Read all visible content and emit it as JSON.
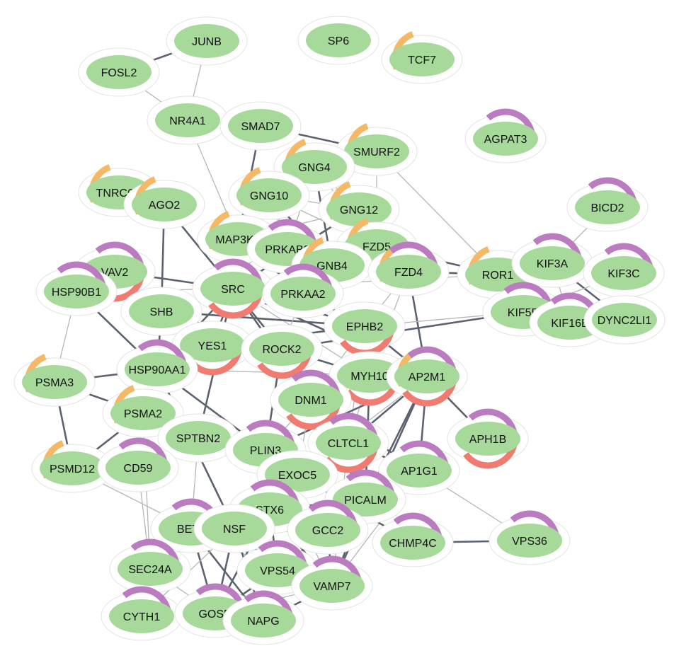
{
  "colors": {
    "node_fill": "#a6d99a",
    "node_halo": "#ffffff",
    "halo_stroke": "#e3e3e3",
    "edge_dark": "#5d6270",
    "edge_light": "#b6b6b6",
    "ring_orange": "#f5b866",
    "ring_purple": "#bb7bc1",
    "ring_red": "#f07b70",
    "label": "#111111"
  },
  "nodes": [
    {
      "id": "JUNB",
      "label": "JUNB"
    },
    {
      "id": "SP6",
      "label": "SP6"
    },
    {
      "id": "TCF7",
      "label": "TCF7",
      "rings": [
        "orange"
      ]
    },
    {
      "id": "FOSL2",
      "label": "FOSL2"
    },
    {
      "id": "NR4A1",
      "label": "NR4A1"
    },
    {
      "id": "SMAD7",
      "label": "SMAD7"
    },
    {
      "id": "AGPAT3",
      "label": "AGPAT3",
      "rings": [
        "purple"
      ]
    },
    {
      "id": "SMURF2",
      "label": "SMURF2",
      "rings": [
        "orange"
      ]
    },
    {
      "id": "GNG4",
      "label": "GNG4",
      "rings": [
        "orange"
      ]
    },
    {
      "id": "TNRC6C",
      "label": "TNRC6C",
      "rings": [
        "orange"
      ]
    },
    {
      "id": "AGO2",
      "label": "AGO2",
      "rings": [
        "orange"
      ]
    },
    {
      "id": "GNG10",
      "label": "GNG10",
      "rings": [
        "orange"
      ]
    },
    {
      "id": "GNG12",
      "label": "GNG12",
      "rings": [
        "orange"
      ]
    },
    {
      "id": "BICD2",
      "label": "BICD2",
      "rings": [
        "purple"
      ]
    },
    {
      "id": "MAP3K7",
      "label": "MAP3K7",
      "rings": [
        "orange"
      ]
    },
    {
      "id": "PRKAB2",
      "label": "PRKAB2",
      "rings": [
        "purple"
      ]
    },
    {
      "id": "FZD5",
      "label": "FZD5",
      "rings": [
        "orange"
      ]
    },
    {
      "id": "GNB4",
      "label": "GNB4",
      "rings": [
        "orange"
      ]
    },
    {
      "id": "FZD4",
      "label": "FZD4",
      "rings": [
        "orange",
        "purple"
      ]
    },
    {
      "id": "ROR1",
      "label": "ROR1",
      "rings": [
        "orange"
      ]
    },
    {
      "id": "KIF3A",
      "label": "KIF3A",
      "rings": [
        "purple"
      ]
    },
    {
      "id": "KIF3C",
      "label": "KIF3C",
      "rings": [
        "purple"
      ]
    },
    {
      "id": "VAV2",
      "label": "VAV2",
      "rings": [
        "purple",
        "red"
      ]
    },
    {
      "id": "HSP90B1",
      "label": "HSP90B1",
      "rings": [
        "purple"
      ]
    },
    {
      "id": "SRC",
      "label": "SRC",
      "rings": [
        "purple",
        "red"
      ]
    },
    {
      "id": "PRKAA2",
      "label": "PRKAA2",
      "rings": [
        "purple"
      ]
    },
    {
      "id": "SHB",
      "label": "SHB"
    },
    {
      "id": "KIF5B",
      "label": "KIF5B",
      "rings": [
        "purple"
      ]
    },
    {
      "id": "KIF16B",
      "label": "KIF16B",
      "rings": [
        "purple"
      ]
    },
    {
      "id": "DYNC2LI1",
      "label": "DYNC2LI1"
    },
    {
      "id": "EPHB2",
      "label": "EPHB2",
      "rings": [
        "red"
      ]
    },
    {
      "id": "YES1",
      "label": "YES1",
      "rings": [
        "red"
      ]
    },
    {
      "id": "ROCK2",
      "label": "ROCK2",
      "rings": [
        "red"
      ]
    },
    {
      "id": "HSP90AA1",
      "label": "HSP90AA1",
      "rings": [
        "purple"
      ]
    },
    {
      "id": "MYH10",
      "label": "MYH10",
      "rings": [
        "red"
      ]
    },
    {
      "id": "AP2M1",
      "label": "AP2M1",
      "rings": [
        "orange",
        "purple",
        "red"
      ]
    },
    {
      "id": "PSMA3",
      "label": "PSMA3",
      "rings": [
        "orange"
      ]
    },
    {
      "id": "DNM1",
      "label": "DNM1",
      "rings": [
        "purple",
        "red"
      ]
    },
    {
      "id": "PSMA2",
      "label": "PSMA2",
      "rings": [
        "orange"
      ]
    },
    {
      "id": "SPTBN2",
      "label": "SPTBN2"
    },
    {
      "id": "APH1B",
      "label": "APH1B",
      "rings": [
        "purple",
        "red"
      ]
    },
    {
      "id": "PLIN3",
      "label": "PLIN3",
      "rings": [
        "purple"
      ]
    },
    {
      "id": "CLTCL1",
      "label": "CLTCL1",
      "rings": [
        "purple",
        "red"
      ]
    },
    {
      "id": "PSMD12",
      "label": "PSMD12",
      "rings": [
        "orange"
      ]
    },
    {
      "id": "CD59",
      "label": "CD59",
      "rings": [
        "purple"
      ]
    },
    {
      "id": "AP1G1",
      "label": "AP1G1",
      "rings": [
        "purple"
      ]
    },
    {
      "id": "EXOC5",
      "label": "EXOC5"
    },
    {
      "id": "PICALM",
      "label": "PICALM",
      "rings": [
        "purple"
      ]
    },
    {
      "id": "STX6",
      "label": "STX6",
      "rings": [
        "purple"
      ]
    },
    {
      "id": "BET1",
      "label": "BET1",
      "rings": [
        "purple"
      ]
    },
    {
      "id": "NSF",
      "label": "NSF"
    },
    {
      "id": "GCC2",
      "label": "GCC2",
      "rings": [
        "purple"
      ]
    },
    {
      "id": "CHMP4C",
      "label": "CHMP4C",
      "rings": [
        "purple"
      ]
    },
    {
      "id": "VPS36",
      "label": "VPS36",
      "rings": [
        "purple"
      ]
    },
    {
      "id": "SEC24A",
      "label": "SEC24A",
      "rings": [
        "purple"
      ]
    },
    {
      "id": "VPS54",
      "label": "VPS54",
      "rings": [
        "purple"
      ]
    },
    {
      "id": "VAMP7",
      "label": "VAMP7",
      "rings": [
        "purple"
      ]
    },
    {
      "id": "CYTH1",
      "label": "CYTH1",
      "rings": [
        "purple"
      ]
    },
    {
      "id": "GOSR",
      "label": "GOSR",
      "rings": [
        "purple"
      ]
    },
    {
      "id": "NAPG",
      "label": "NAPG",
      "rings": [
        "purple"
      ]
    }
  ],
  "edges": [
    [
      "JUNB",
      "FOSL2",
      "dark"
    ],
    [
      "JUNB",
      "NR4A1",
      "light"
    ],
    [
      "FOSL2",
      "NR4A1",
      "light"
    ],
    [
      "NR4A1",
      "SMAD7",
      "light"
    ],
    [
      "NR4A1",
      "MAP3K7",
      "light"
    ],
    [
      "SMAD7",
      "SMURF2",
      "dark"
    ],
    [
      "SMAD7",
      "MAP3K7",
      "dark"
    ],
    [
      "SMURF2",
      "FZD5",
      "light"
    ],
    [
      "SMURF2",
      "ROR1",
      "light"
    ],
    [
      "GNG4",
      "GNB4",
      "dark"
    ],
    [
      "GNG4",
      "GNG12",
      "light"
    ],
    [
      "GNG4",
      "GNG10",
      "light"
    ],
    [
      "GNG4",
      "FZD5",
      "light"
    ],
    [
      "GNG4",
      "PRKAB2",
      "light"
    ],
    [
      "GNG4",
      "SRC",
      "light"
    ],
    [
      "GNG10",
      "GNB4",
      "dark"
    ],
    [
      "GNG10",
      "GNG12",
      "light"
    ],
    [
      "GNG10",
      "MAP3K7",
      "dark"
    ],
    [
      "GNG10",
      "SRC",
      "light"
    ],
    [
      "GNG10",
      "PRKAA2",
      "light"
    ],
    [
      "GNG10",
      "FZD5",
      "light"
    ],
    [
      "GNG12",
      "GNB4",
      "dark"
    ],
    [
      "GNG12",
      "SRC",
      "dark"
    ],
    [
      "GNG12",
      "FZD5",
      "light"
    ],
    [
      "GNG12",
      "MAP3K7",
      "light"
    ],
    [
      "TNRC6C",
      "AGO2",
      "dark"
    ],
    [
      "AGO2",
      "SRC",
      "dark"
    ],
    [
      "AGO2",
      "SHB",
      "dark"
    ],
    [
      "MAP3K7",
      "PRKAB2",
      "dark"
    ],
    [
      "MAP3K7",
      "PRKAA2",
      "dark"
    ],
    [
      "MAP3K7",
      "SRC",
      "dark"
    ],
    [
      "PRKAB2",
      "PRKAA2",
      "dark"
    ],
    [
      "PRKAB2",
      "GNB4",
      "light"
    ],
    [
      "FZD5",
      "FZD4",
      "dark"
    ],
    [
      "FZD5",
      "ROR1",
      "dark"
    ],
    [
      "FZD4",
      "ROR1",
      "dark"
    ],
    [
      "FZD4",
      "AP2M1",
      "dark"
    ],
    [
      "FZD4",
      "EPHB2",
      "light"
    ],
    [
      "FZD4",
      "MYH10",
      "light"
    ],
    [
      "ROR1",
      "KIF5B",
      "light"
    ],
    [
      "ROR1",
      "SRC",
      "light"
    ],
    [
      "GNB4",
      "SRC",
      "dark"
    ],
    [
      "GNB4",
      "FZD4",
      "light"
    ],
    [
      "KIF3A",
      "KIF3C",
      "dark"
    ],
    [
      "KIF3A",
      "BICD2",
      "light"
    ],
    [
      "KIF3A",
      "KIF5B",
      "light"
    ],
    [
      "KIF3A",
      "KIF16B",
      "light"
    ],
    [
      "KIF3A",
      "DYNC2LI1",
      "dark"
    ],
    [
      "KIF3C",
      "KIF5B",
      "light"
    ],
    [
      "KIF3C",
      "DYNC2LI1",
      "dark"
    ],
    [
      "KIF5B",
      "KIF16B",
      "dark"
    ],
    [
      "KIF5B",
      "EPHB2",
      "light"
    ],
    [
      "KIF5B",
      "ROCK2",
      "dark"
    ],
    [
      "VAV2",
      "SRC",
      "dark"
    ],
    [
      "VAV2",
      "SHB",
      "dark"
    ],
    [
      "VAV2",
      "YES1",
      "dark"
    ],
    [
      "HSP90B1",
      "HSP90AA1",
      "dark"
    ],
    [
      "HSP90B1",
      "SRC",
      "light"
    ],
    [
      "HSP90B1",
      "PSMA3",
      "light"
    ],
    [
      "SRC",
      "SHB",
      "dark"
    ],
    [
      "SRC",
      "YES1",
      "dark"
    ],
    [
      "SRC",
      "ROCK2",
      "dark"
    ],
    [
      "SRC",
      "EPHB2",
      "dark"
    ],
    [
      "SRC",
      "PRKAA2",
      "light"
    ],
    [
      "SRC",
      "HSP90AA1",
      "dark"
    ],
    [
      "SRC",
      "DNM1",
      "dark"
    ],
    [
      "SRC",
      "MYH10",
      "light"
    ],
    [
      "SRC",
      "SPTBN2",
      "dark"
    ],
    [
      "SRC",
      "AP2M1",
      "dark"
    ],
    [
      "SHB",
      "ROCK2",
      "dark"
    ],
    [
      "SHB",
      "EPHB2",
      "dark"
    ],
    [
      "SHB",
      "HSP90AA1",
      "dark"
    ],
    [
      "YES1",
      "EPHB2",
      "dark"
    ],
    [
      "YES1",
      "ROCK2",
      "dark"
    ],
    [
      "YES1",
      "HSP90AA1",
      "dark"
    ],
    [
      "PRKAA2",
      "EPHB2",
      "dark"
    ],
    [
      "PRKAA2",
      "ROCK2",
      "light"
    ],
    [
      "EPHB2",
      "AP2M1",
      "dark"
    ],
    [
      "EPHB2",
      "MYH10",
      "light"
    ],
    [
      "EPHB2",
      "DNM1",
      "light"
    ],
    [
      "EPHB2",
      "CLTCL1",
      "light"
    ],
    [
      "ROCK2",
      "MYH10",
      "dark"
    ],
    [
      "ROCK2",
      "HSP90AA1",
      "dark"
    ],
    [
      "ROCK2",
      "DNM1",
      "dark"
    ],
    [
      "ROCK2",
      "PLIN3",
      "dark"
    ],
    [
      "ROCK2",
      "CLTCL1",
      "dark"
    ],
    [
      "HSP90AA1",
      "PSMA3",
      "dark"
    ],
    [
      "HSP90AA1",
      "PSMA2",
      "dark"
    ],
    [
      "HSP90AA1",
      "PLIN3",
      "dark"
    ],
    [
      "HSP90AA1",
      "AP2M1",
      "light"
    ],
    [
      "HSP90AA1",
      "CD59",
      "light"
    ],
    [
      "MYH10",
      "AP2M1",
      "dark"
    ],
    [
      "MYH10",
      "DNM1",
      "light"
    ],
    [
      "MYH10",
      "PICALM",
      "dark"
    ],
    [
      "MYH10",
      "CLTCL1",
      "light"
    ],
    [
      "AP2M1",
      "DNM1",
      "dark"
    ],
    [
      "AP2M1",
      "CLTCL1",
      "dark"
    ],
    [
      "AP2M1",
      "APH1B",
      "dark"
    ],
    [
      "AP2M1",
      "PICALM",
      "dark"
    ],
    [
      "AP2M1",
      "AP1G1",
      "dark"
    ],
    [
      "AP2M1",
      "EXOC5",
      "light"
    ],
    [
      "AP2M1",
      "PLIN3",
      "dark"
    ],
    [
      "AP2M1",
      "VAMP7",
      "dark"
    ],
    [
      "DNM1",
      "CLTCL1",
      "dark"
    ],
    [
      "DNM1",
      "PICALM",
      "dark"
    ],
    [
      "DNM1",
      "AP1G1",
      "dark"
    ],
    [
      "DNM1",
      "EXOC5",
      "light"
    ],
    [
      "DNM1",
      "PLIN3",
      "light"
    ],
    [
      "CLTCL1",
      "PICALM",
      "dark"
    ],
    [
      "CLTCL1",
      "AP1G1",
      "dark"
    ],
    [
      "CLTCL1",
      "EXOC5",
      "dark"
    ],
    [
      "CLTCL1",
      "STX6",
      "dark"
    ],
    [
      "CLTCL1",
      "VAMP7",
      "light"
    ],
    [
      "PSMA3",
      "PSMA2",
      "dark"
    ],
    [
      "PSMA3",
      "PSMD12",
      "dark"
    ],
    [
      "PSMA2",
      "PSMD12",
      "dark"
    ],
    [
      "PSMA2",
      "CD59",
      "light"
    ],
    [
      "PSMA2",
      "SEC24A",
      "light"
    ],
    [
      "PSMD12",
      "BET1",
      "light"
    ],
    [
      "SPTBN2",
      "CD59",
      "dark"
    ],
    [
      "SPTBN2",
      "BET1",
      "light"
    ],
    [
      "CD59",
      "SEC24A",
      "light"
    ],
    [
      "PLIN3",
      "STX6",
      "light"
    ],
    [
      "PLIN3",
      "VAMP7",
      "light"
    ],
    [
      "AP1G1",
      "PICALM",
      "dark"
    ],
    [
      "AP1G1",
      "VPS36",
      "light"
    ],
    [
      "AP1G1",
      "VAMP7",
      "light"
    ],
    [
      "PICALM",
      "VAMP7",
      "dark"
    ],
    [
      "PICALM",
      "STX6",
      "dark"
    ],
    [
      "EXOC5",
      "STX6",
      "dark"
    ],
    [
      "EXOC5",
      "PICALM",
      "light"
    ],
    [
      "EXOC5",
      "CHMP4C",
      "dark"
    ],
    [
      "CHMP4C",
      "VPS36",
      "dark"
    ],
    [
      "STX6",
      "NSF",
      "dark"
    ],
    [
      "STX6",
      "GCC2",
      "dark"
    ],
    [
      "STX6",
      "VPS54",
      "dark"
    ],
    [
      "STX6",
      "VAMP7",
      "dark"
    ],
    [
      "STX6",
      "GOSR",
      "dark"
    ],
    [
      "STX6",
      "NAPG",
      "dark"
    ],
    [
      "STX6",
      "BET1",
      "dark"
    ],
    [
      "BET1",
      "NSF",
      "dark"
    ],
    [
      "BET1",
      "GOSR",
      "dark"
    ],
    [
      "BET1",
      "NAPG",
      "dark"
    ],
    [
      "BET1",
      "SEC24A",
      "dark"
    ],
    [
      "BET1",
      "VPS54",
      "light"
    ],
    [
      "NSF",
      "VPS54",
      "dark"
    ],
    [
      "NSF",
      "GOSR",
      "dark"
    ],
    [
      "NSF",
      "NAPG",
      "dark"
    ],
    [
      "NSF",
      "VAMP7",
      "dark"
    ],
    [
      "NSF",
      "GCC2",
      "light"
    ],
    [
      "NSF",
      "HSP90AA1",
      "dark"
    ],
    [
      "GCC2",
      "VPS54",
      "dark"
    ],
    [
      "GCC2",
      "VAMP7",
      "dark"
    ],
    [
      "VPS54",
      "GOSR",
      "dark"
    ],
    [
      "VPS54",
      "NAPG",
      "dark"
    ],
    [
      "VPS54",
      "VAMP7",
      "dark"
    ],
    [
      "GOSR",
      "NAPG",
      "dark"
    ],
    [
      "GOSR",
      "VAMP7",
      "light"
    ],
    [
      "NAPG",
      "VAMP7",
      "dark"
    ],
    [
      "CYTH1",
      "BET1",
      "light"
    ],
    [
      "CYTH1",
      "NSF",
      "light"
    ],
    [
      "SEC24A",
      "GOSR",
      "light"
    ]
  ]
}
